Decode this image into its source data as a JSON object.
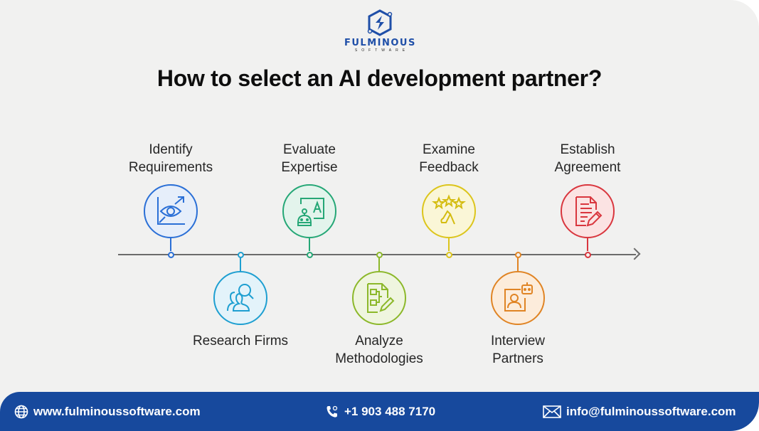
{
  "brand": {
    "name": "FULMINOUS",
    "tagline": "SOFTWARE",
    "color": "#1f4fa8"
  },
  "title": "How to select an AI development partner?",
  "timeline": {
    "line_color": "#6b6b6b",
    "steps": [
      {
        "label_line1": "Identify",
        "label_line2": "Requirements",
        "position": "above",
        "icon": "eye-chart-icon",
        "color": "#2a6fd6",
        "fill": "#e6eefa"
      },
      {
        "label_line1": "Research Firms",
        "label_line2": "",
        "position": "below",
        "icon": "people-search-icon",
        "color": "#1e9fd1",
        "fill": "#e3f3fa"
      },
      {
        "label_line1": "Evaluate",
        "label_line2": "Expertise",
        "position": "above",
        "icon": "robot-presentation-icon",
        "color": "#25a776",
        "fill": "#e3f4ec"
      },
      {
        "label_line1": "Analyze",
        "label_line2": "Methodologies",
        "position": "below",
        "icon": "flowchart-document-icon",
        "color": "#8cb82a",
        "fill": "#eff5df"
      },
      {
        "label_line1": "Examine",
        "label_line2": "Feedback",
        "position": "above",
        "icon": "stars-thumbs-up-icon",
        "color": "#dcc51c",
        "fill": "#faf6d7"
      },
      {
        "label_line1": "Interview",
        "label_line2": "Partners",
        "position": "below",
        "icon": "robot-interview-icon",
        "color": "#e08424",
        "fill": "#fcecdb"
      },
      {
        "label_line1": "Establish",
        "label_line2": "Agreement",
        "position": "above",
        "icon": "contract-pen-icon",
        "color": "#d9363e",
        "fill": "#fbe3e3"
      }
    ]
  },
  "footer": {
    "background": "#17499d",
    "website": "www.fulminoussoftware.com",
    "phone": "+1 903 488 7170",
    "email": "info@fulminoussoftware.com"
  }
}
